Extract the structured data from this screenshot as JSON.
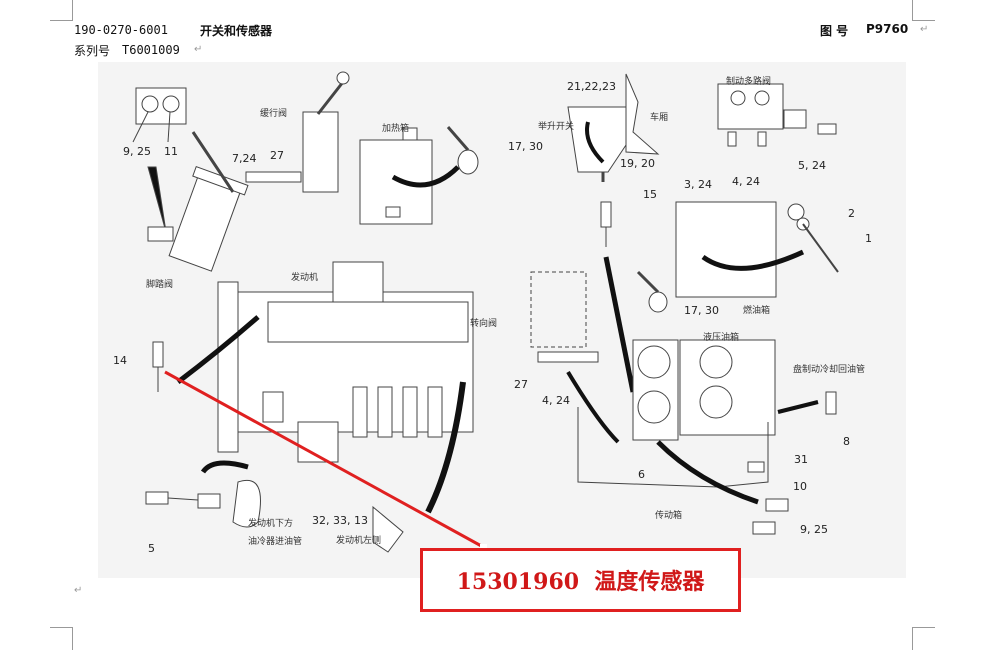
{
  "header": {
    "doc_number": "190-0270-6001",
    "title": "开关和传感器",
    "figure_label": "图 号",
    "figure_number": "P9760",
    "series_label": "系列号",
    "series_number": "T6001009"
  },
  "diagram": {
    "labels": {
      "pedal_9_25": "9, 25",
      "pedal_11": "11",
      "retarder_valve": "缓行阀",
      "l_7_24": "7,24",
      "l_27_top": "27",
      "heater_box": "加热箱",
      "l_17_30_top": "17, 30",
      "foot_valve": "脚踏阀",
      "engine": "发动机",
      "l_21_22_23": "21,22,23",
      "lift_switch": "举升开关",
      "body": "车厢",
      "l_19_20": "19, 20",
      "brake_valve": "制动多路阀",
      "l_3_24": "3, 24",
      "l_4_24_top": "4, 24",
      "l_5_24": "5, 24",
      "l_15": "15",
      "l_2": "2",
      "l_1": "1",
      "l_17_30_mid": "17, 30",
      "fuel_tank": "燃油箱",
      "steering_valve": "转向阀",
      "hydraulic_tank": "液压油箱",
      "brake_cooling_return": "盘制动冷却回油管",
      "l_14": "14",
      "l_27_mid": "27",
      "l_4_24_mid": "4, 24",
      "l_8": "8",
      "l_6": "6",
      "l_31": "31",
      "l_10": "10",
      "l_9_25_bottom": "9, 25",
      "transmission": "传动箱",
      "l_5": "5",
      "engine_below": "发动机下方",
      "oil_cooler_inlet": "油冷器进油管",
      "l_32_33_13": "32, 33, 13",
      "engine_left": "发动机左侧"
    }
  },
  "callout": {
    "text": "15301960  温度传感器",
    "color": "#e02020"
  }
}
